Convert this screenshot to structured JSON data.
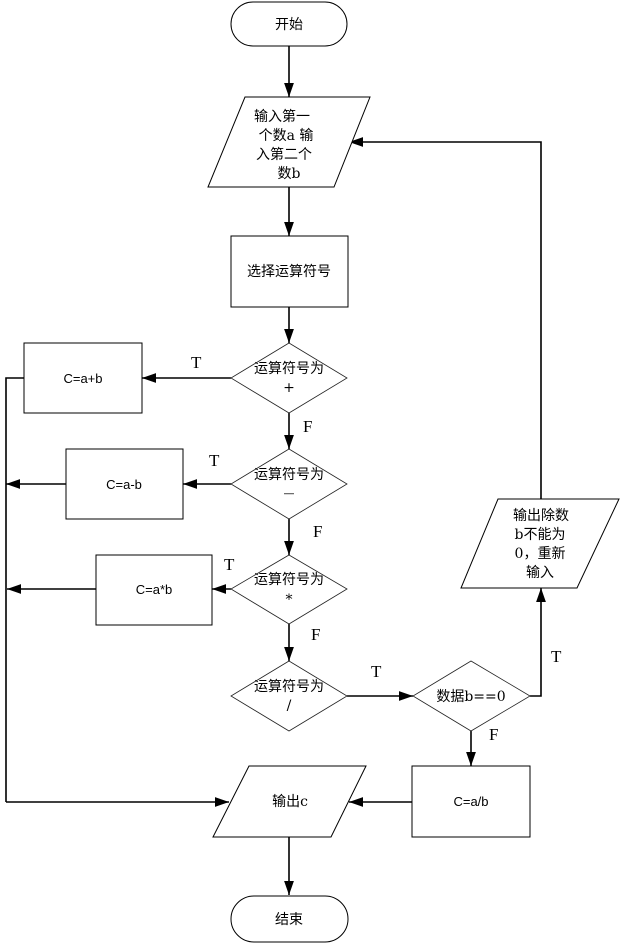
{
  "nodes": {
    "start": "开始",
    "input_ab": [
      "输入第一",
      "个数a 输",
      "入第二个",
      "数b"
    ],
    "select_op": "选择运算符号",
    "is_plus": [
      "运算符号为",
      "+"
    ],
    "is_minus": [
      "运算符号为",
      "—"
    ],
    "is_mult": [
      "运算符号为",
      "*"
    ],
    "is_div": [
      "运算符号为",
      "/"
    ],
    "add": "C=a+b",
    "sub": "C=a-b",
    "mul": "C=a*b",
    "div": "C=a/b",
    "check_zero": "数据b==0",
    "error_msg": [
      "输出除数",
      "b不能为",
      "0，重新",
      "输入"
    ],
    "output_c": "输出c",
    "end": "结束"
  },
  "edge_labels": {
    "plus_true": "T",
    "plus_false": "F",
    "minus_true": "T",
    "minus_false": "F",
    "mult_true": "T",
    "mult_false": "F",
    "div_true": "T",
    "zero_true": "T",
    "zero_false": "F"
  }
}
